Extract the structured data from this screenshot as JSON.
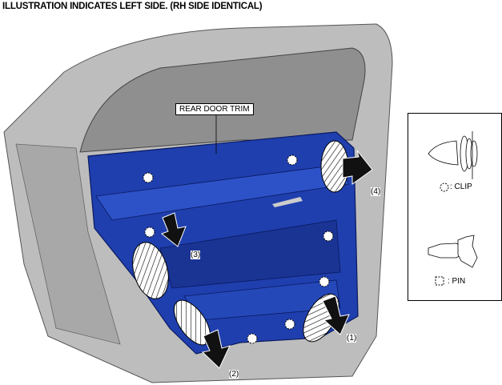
{
  "title": "ILLUSTRATION INDICATES LEFT SIDE. (RH SIDE IDENTICAL)",
  "part_label": "REAR DOOR TRIM",
  "callouts": [
    "(1)",
    "(2)",
    "(3)",
    "(4)"
  ],
  "legend": {
    "clip_label": ": CLIP",
    "pin_label": ": PIN"
  },
  "colors": {
    "trim": "#1f3fae",
    "door": "#b9b9b9",
    "glass": "#9a9a9a"
  }
}
